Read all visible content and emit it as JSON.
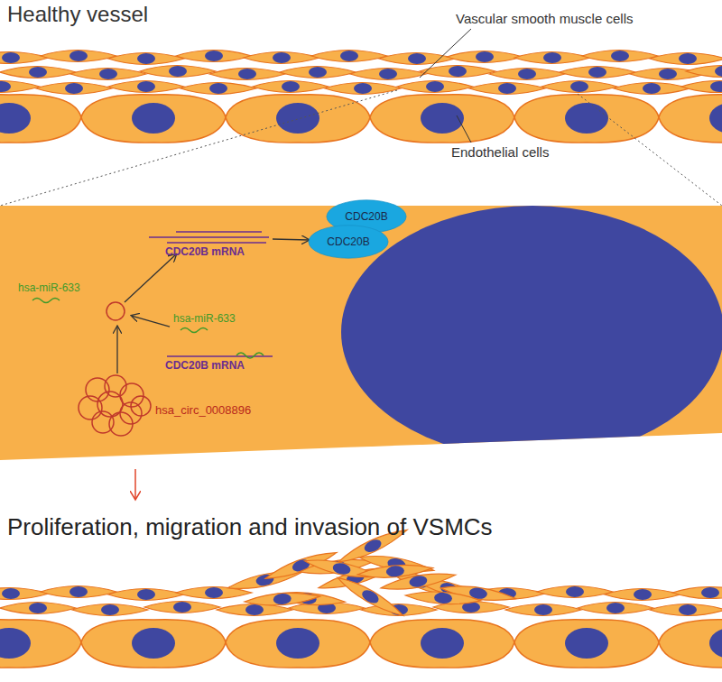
{
  "diagram": {
    "title": "Healthy vessel",
    "nodes": [
      {
        "text": [
          "CDC20B"
        ]
      },
      {
        "text": [
          "CDC20B"
        ]
      }
    ],
    "labels": [
      "Vascular smooth muscle cells",
      "Endothelial cells",
      "CDC20B mRNA",
      "hsa-miR-633",
      "hsa-miR-633",
      "CDC20B mRNA",
      "hsa_circ_0008896",
      "Proliferation, migration and invasion of VSMCs"
    ]
  }
}
